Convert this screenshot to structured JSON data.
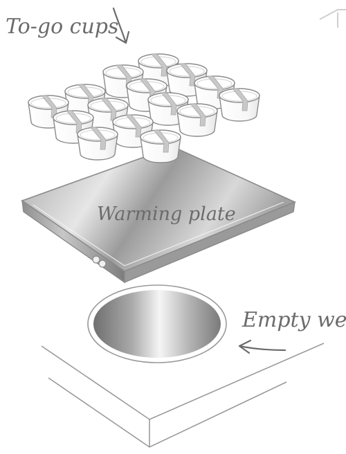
{
  "labels": {
    "cups": "To-go cups",
    "plate": "Warming plate",
    "well": "Empty well"
  },
  "colors": {
    "ink": "#6b6b6b",
    "outline": "#8a8a8a",
    "cup_fill": "#ffffff",
    "tape": "#c8c8c8",
    "metal_light": "#f2f2f2",
    "metal_mid": "#bdbdbd",
    "metal_dark": "#8c8c8c"
  },
  "cups": {
    "count": 15
  }
}
